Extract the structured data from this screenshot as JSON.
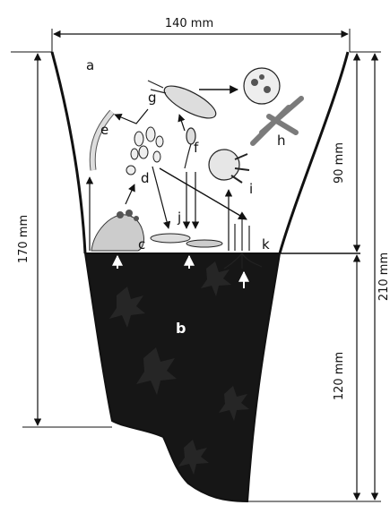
{
  "dimensions": {
    "top_width": "140 mm",
    "left_height": "170 mm",
    "right_upper": "90 mm",
    "right_total": "210 mm",
    "right_lower": "120 mm"
  },
  "labels": {
    "a": "a",
    "b": "b",
    "c": "c",
    "d": "d",
    "e": "e",
    "f": "f",
    "g": "g",
    "h": "h",
    "i": "i",
    "j": "j",
    "k": "k"
  },
  "colors": {
    "sediment": "#161616",
    "ink": "#111111",
    "arrow_white": "#ffffff"
  }
}
